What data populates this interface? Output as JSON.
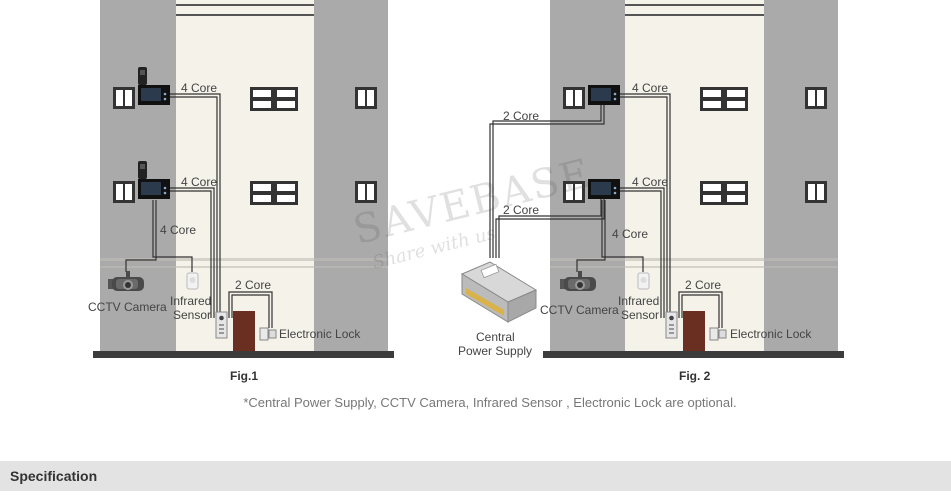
{
  "diagram": {
    "watermark": {
      "brand": "SAVEBASE",
      "tagline": "Share with us"
    },
    "fig1": {
      "caption": "Fig.1",
      "wire_top": "4 Core",
      "wire_mid": "4 Core",
      "wire_vertical": "4 Core",
      "wire_lock": "2 Core",
      "cctv_label": "CCTV Camera",
      "sensor_line1": "Infrared",
      "sensor_line2": "Sensor",
      "lock_label": "Electronic Lock"
    },
    "fig2": {
      "caption": "Fig. 2",
      "wire_top": "4 Core",
      "wire_mid": "4 Core",
      "wire_vertical": "4 Core",
      "wire_lock": "2 Core",
      "power_wire_top": "2 Core",
      "power_wire_mid": "2 Core",
      "power_line1": "Central",
      "power_line2": "Power Supply",
      "cctv_label": "CCTV Camera",
      "sensor_line1": "Infrared",
      "sensor_line2": "Sensor",
      "lock_label": "Electronic Lock"
    },
    "footnote": "*Central Power Supply, CCTV Camera, Infrared Sensor , Electronic Lock are optional."
  },
  "spec": {
    "title": "Specification"
  },
  "colors": {
    "wall_side": "#aaaaaa",
    "wall_center": "#f4f2e9",
    "ground": "#3c3c3c",
    "door": "#6b2f22",
    "spec_bar": "#e3e3e3"
  }
}
